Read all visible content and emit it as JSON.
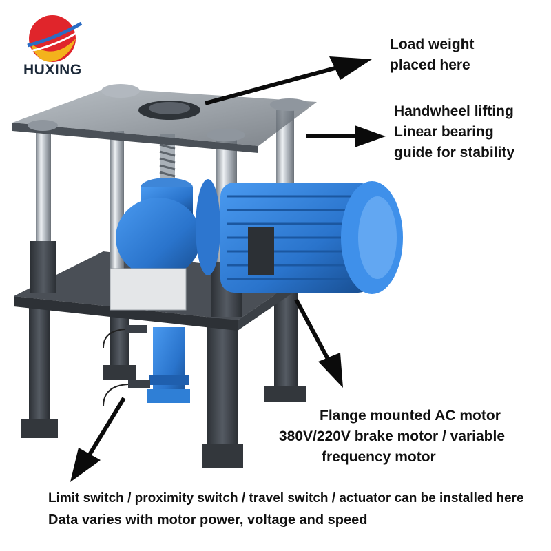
{
  "brand": {
    "name": "HUXING",
    "logo_icon": "sphere-swoosh-logo-icon"
  },
  "callouts": {
    "load": {
      "line1": "Load weight",
      "line2": "placed here"
    },
    "guide": {
      "line1": "Handwheel lifting",
      "line2": "Linear bearing",
      "line3": "guide for stability"
    },
    "motor": {
      "line1": "Flange mounted AC motor",
      "line2": "380V/220V brake motor / variable",
      "line3": "frequency motor"
    }
  },
  "footer": {
    "line1": "Limit switch / proximity switch / travel switch / actuator can be installed here",
    "line2": "Data varies with motor power, voltage and speed"
  },
  "colors": {
    "motor_blue": "#2f7fd6",
    "frame_dark": "#3a3f46",
    "chrome": "#c9ced4",
    "logo_red": "#e0252b",
    "logo_yellow": "#f3b21c",
    "logo_blue": "#2a6cc4"
  }
}
